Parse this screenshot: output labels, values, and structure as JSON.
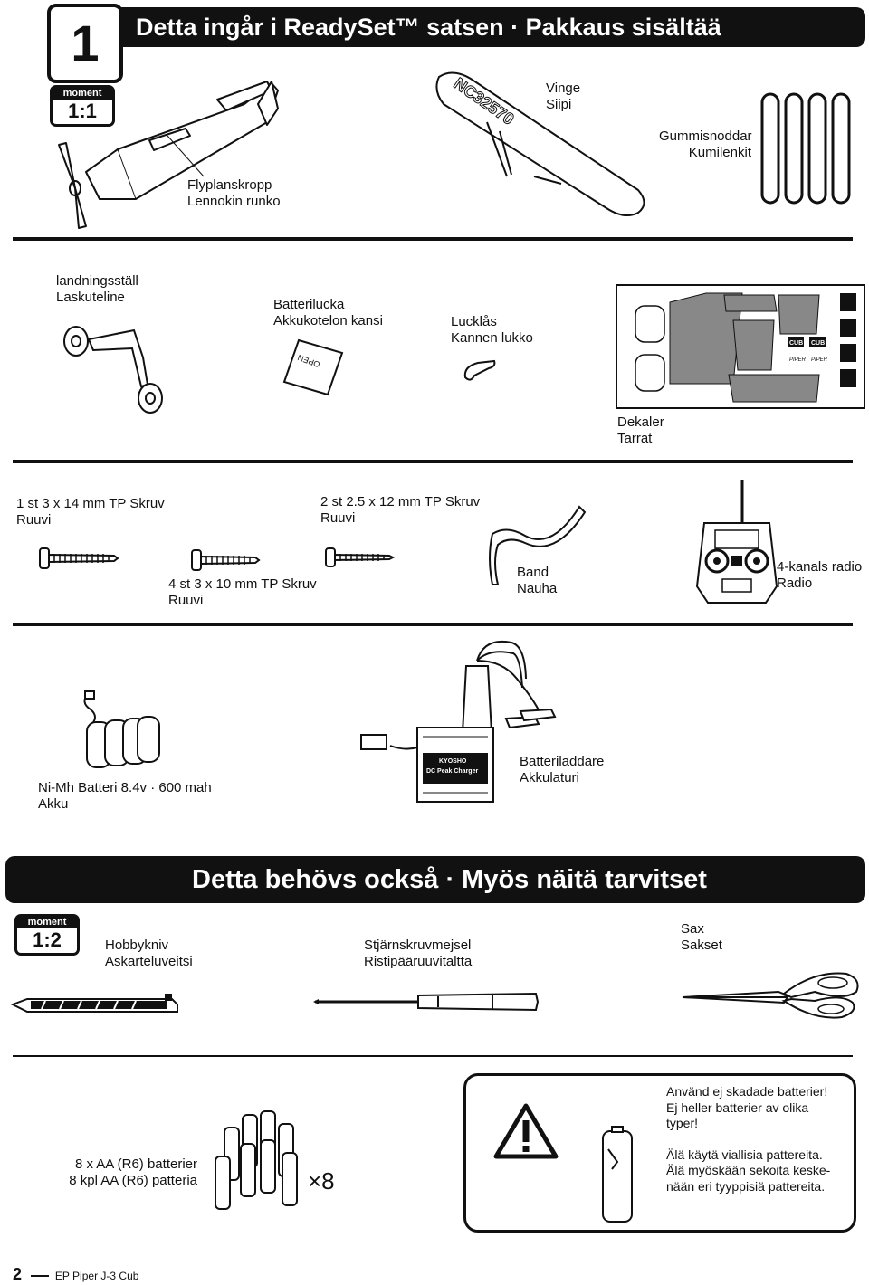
{
  "header": {
    "step_number": "1",
    "title": "Detta ingår i ReadySet™ satsen · Pakkaus sisältää",
    "moment_label": "moment",
    "moment_value": "1:1"
  },
  "kit_items": {
    "wing": {
      "l1": "Vinge",
      "l2": "Siipi",
      "decal_text": "NC32570"
    },
    "rubber_bands": {
      "l1": "Gummisnoddar",
      "l2": "Kumilenkit"
    },
    "fuselage": {
      "l1": "Flyplanskropp",
      "l2": "Lennokin runko"
    },
    "landing_gear": {
      "l1": "landningsställ",
      "l2": "Laskuteline"
    },
    "battery_hatch": {
      "l1": "Batterilucka",
      "l2": "Akkukotelon kansi",
      "embossed": "OPEN"
    },
    "latch": {
      "l1": "Lucklås",
      "l2": "Kannen lukko"
    },
    "decals": {
      "l1": "Dekaler",
      "l2": "Tarrat",
      "cub_text": "CUB",
      "piper_text": "PIPER"
    },
    "screw_3x14": {
      "l1": "1 st 3 x 14 mm TP Skruv",
      "l2": "Ruuvi"
    },
    "screw_2_5x12": {
      "l1": "2 st 2.5 x 12 mm TP Skruv",
      "l2": "Ruuvi"
    },
    "screw_3x10": {
      "l1": "4 st 3 x 10 mm TP Skruv",
      "l2": "Ruuvi"
    },
    "strap": {
      "l1": "Band",
      "l2": "Nauha"
    },
    "radio": {
      "l1": "4-kanals radio",
      "l2": "Radio"
    },
    "battery_pack": {
      "l1": "Ni-Mh Batteri 8.4v · 600 mah",
      "l2": "Akku"
    },
    "charger": {
      "l1": "Batteriladdare",
      "l2": "Akkulaturi",
      "brand": "KYOSHO",
      "model": "DC Peak Charger"
    }
  },
  "also_needed": {
    "title": "Detta behövs också · Myös näitä tarvitset",
    "moment_label": "moment",
    "moment_value": "1:2",
    "knife": {
      "l1": "Hobbykniv",
      "l2": "Askarteluveitsi"
    },
    "screwdriver": {
      "l1": "Stjärnskruvmejsel",
      "l2": "Ristipääruuvitaltta"
    },
    "scissors": {
      "l1": "Sax",
      "l2": "Sakset"
    },
    "batteries": {
      "l1": "8 x AA (R6) batterier",
      "l2": "8 kpl AA (R6) patteria",
      "multiplier": "×8"
    },
    "warning": {
      "sv1": "Använd ej skadade batterier!",
      "sv2": "Ej heller batterier av olika",
      "sv3": "typer!",
      "fi1": "Älä käytä viallisia pattereita.",
      "fi2": "Älä myöskään sekoita keske-",
      "fi3": "nään eri tyyppisiä pattereita."
    }
  },
  "footer": {
    "page_number": "2",
    "doc_title": "EP Piper J-3 Cub"
  }
}
